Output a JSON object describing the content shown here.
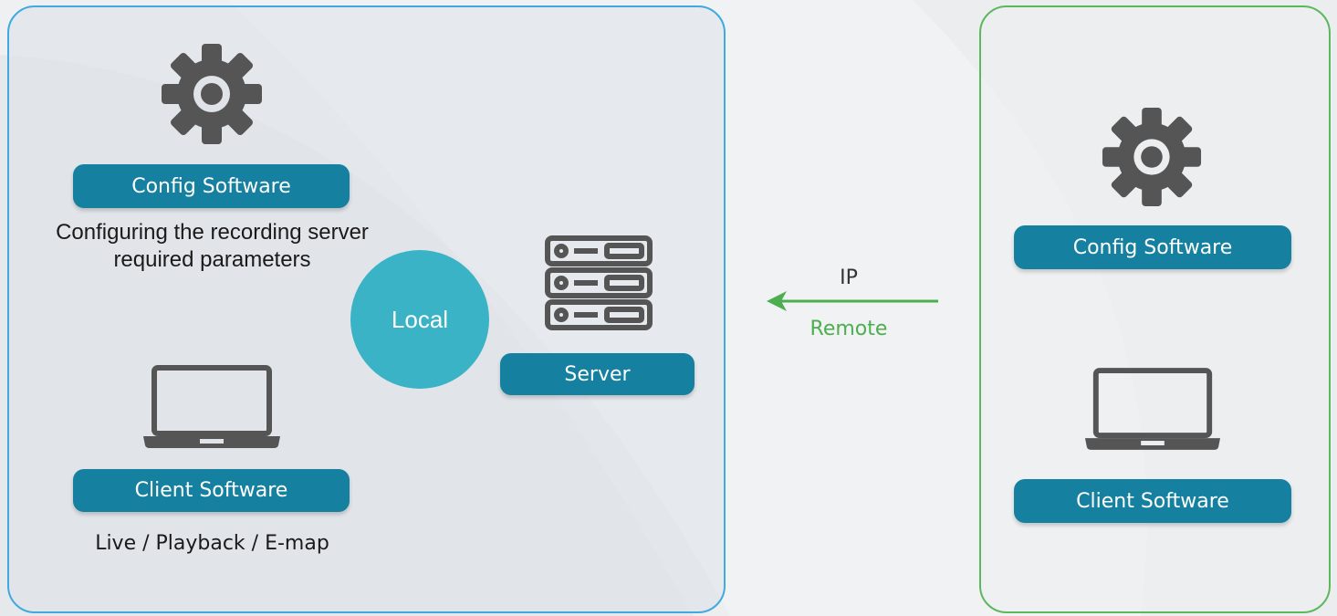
{
  "local": {
    "config_label": "Config Software",
    "config_desc_line1": "Configuring the recording server",
    "config_desc_line2": "required parameters",
    "circle_label": "Local",
    "server_label": "Server",
    "client_label": "Client Software",
    "client_desc": "Live / Playback / E-map"
  },
  "connection": {
    "protocol_label": "IP",
    "mode_label": "Remote"
  },
  "remote": {
    "config_label": "Config Software",
    "client_label": "Client Software"
  },
  "icons": {
    "config": "gear-icon",
    "client": "laptop-icon",
    "server": "server-icon",
    "connection": "arrow-left-icon"
  },
  "colors": {
    "local_border": "#3fa9e0",
    "remote_border": "#5cb85c",
    "pill": "#15809f",
    "local_circle": "#3bb3c6",
    "icon": "#555555",
    "remote_text": "#4cae4f"
  }
}
